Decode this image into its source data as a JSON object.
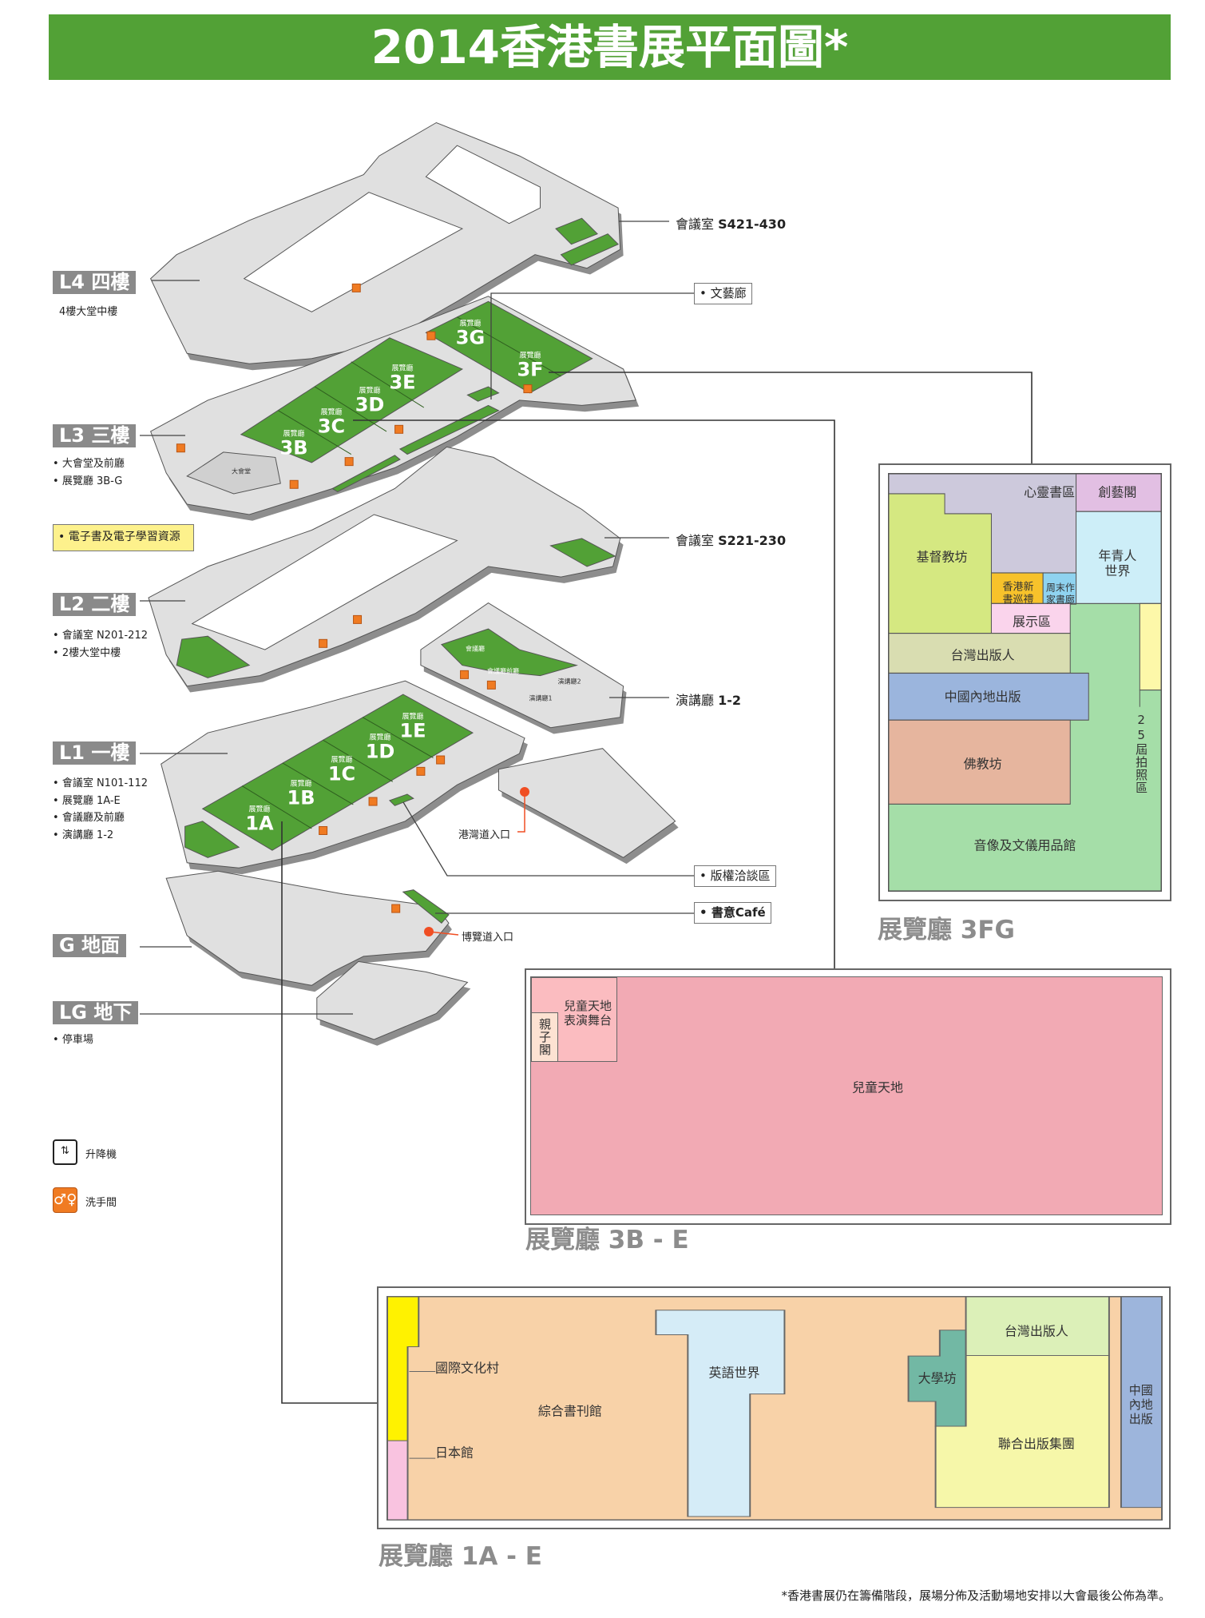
{
  "title": "2014香港書展平面圖*",
  "floors": {
    "L4": {
      "label": "L4 四樓",
      "items": [
        "4樓大堂中樓"
      ]
    },
    "L3": {
      "label": "L3 三樓",
      "items": [
        "大會堂及前廳",
        "展覽廳 3B-G"
      ]
    },
    "ebook": "電子書及電子學習資源",
    "L2": {
      "label": "L2 二樓",
      "items": [
        "會議室 N201-212",
        "2樓大堂中樓"
      ]
    },
    "L1": {
      "label": "L1 一樓",
      "items": [
        "會議室 N101-112",
        "展覽廳 1A-E",
        "會議廳及前廳",
        "演講廳 1-2"
      ]
    },
    "G": {
      "label": "G 地面"
    },
    "LG": {
      "label": "LG 地下",
      "items": [
        "停車場"
      ]
    }
  },
  "halls": {
    "prefix": "展覽廳",
    "names": [
      "3G",
      "3F",
      "3E",
      "3D",
      "3C",
      "3B",
      "1E",
      "1D",
      "1C",
      "1B",
      "1A"
    ]
  },
  "plan_labels": {
    "grand_hall": "大會堂",
    "conference_hall": "會議廳",
    "conference_foyer": "會議廳前廳",
    "theatre1": "演講廳1",
    "theatre2": "演講廳2"
  },
  "callouts": {
    "s421": {
      "name": "會議室",
      "code": "S421-430"
    },
    "gallery": "文藝廊",
    "s221": {
      "name": "會議室",
      "code": "S221-230"
    },
    "theatre": {
      "name": "演講廳",
      "code": "1-2"
    },
    "harbour_entrance": "港灣道入口",
    "copyright": "版權洽談區",
    "cafe": "書意Café",
    "expo_entrance": "博覽道入口"
  },
  "legend": {
    "elevator": "升降機",
    "toilet": "洗手間"
  },
  "hall_3fg": {
    "title": "展覽廳 3FG",
    "zones": [
      "心靈書區",
      "創藝閣",
      "年青人世界",
      "基督教坊",
      "香港新書巡禮",
      "周末作家書廊",
      "展示區",
      "台灣出版人",
      "中國內地出版",
      "佛教坊",
      "25屆拍照區",
      "音像及文儀用品館"
    ]
  },
  "hall_3be": {
    "title": "展覽廳 3B - E",
    "zones": [
      "兒童天地表演舞台",
      "親子閣",
      "兒童天地"
    ]
  },
  "hall_1ae": {
    "title": "展覽廳 1A - E",
    "zones": [
      "國際文化村",
      "日本館",
      "綜合書刊館",
      "英語世界",
      "大學坊",
      "台灣出版人",
      "聯合出版集團",
      "中國內地出版"
    ]
  },
  "footnote": "*香港書展仍在籌備階段，展場分佈及活動場地安排以大會最後公佈為準。",
  "colors": {
    "brand_green": "#52a136",
    "floor_gray": "#e0e0e0",
    "label_gray": "#8a8a8a",
    "toilet_orange": "#f07b22",
    "entrance_red": "#f04e23"
  }
}
